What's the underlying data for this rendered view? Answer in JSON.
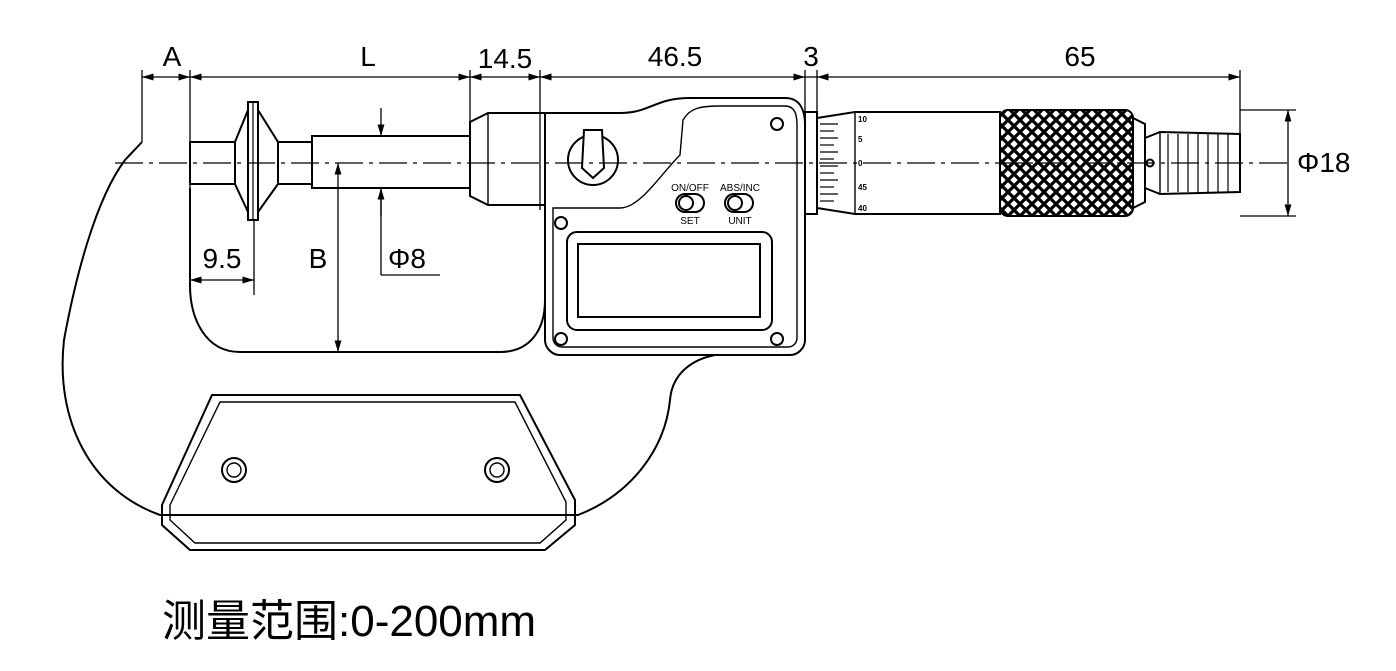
{
  "dimensions": {
    "a": "A",
    "l": "L",
    "d14_5": "14.5",
    "d46_5": "46.5",
    "d3": "3",
    "d65": "65",
    "phi18": "Φ18",
    "d9_5": "9.5",
    "b": "B",
    "phi8": "Φ8"
  },
  "buttons": {
    "on_off": "ON/OFF",
    "set": "SET",
    "abs_inc": "ABS/INC",
    "unit": "UNIT"
  },
  "thimble_scale": [
    "10",
    "5",
    "0",
    "45",
    "40"
  ],
  "caption": "测量范围:0-200mm"
}
